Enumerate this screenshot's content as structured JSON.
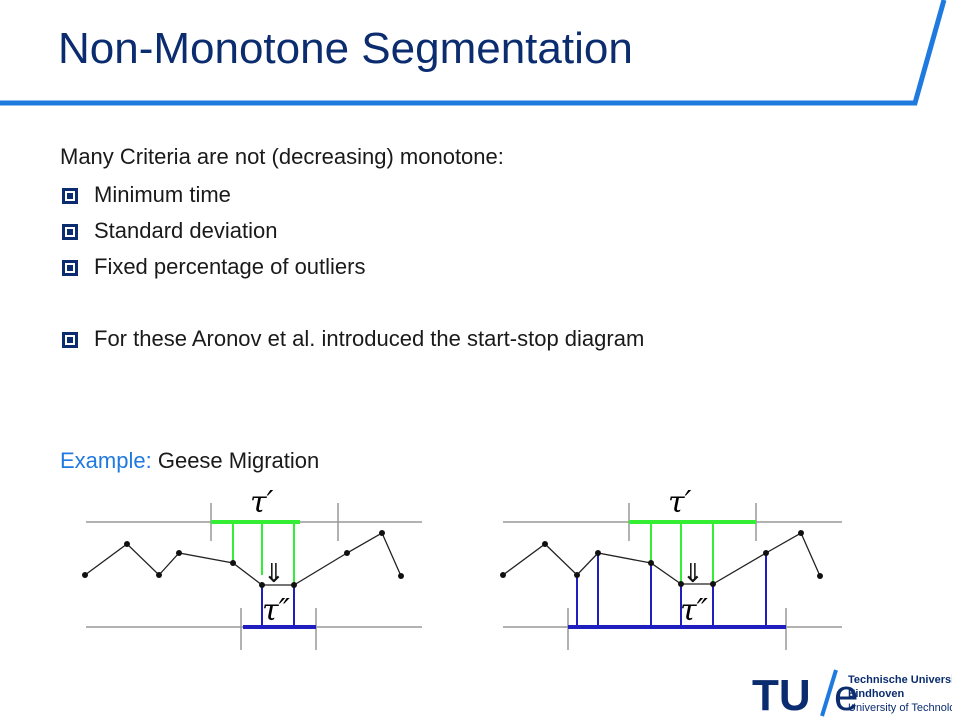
{
  "title": "Non-Monotone Segmentation",
  "intro": "Many Criteria are not (decreasing) monotone:",
  "bullets": [
    "Minimum time",
    "Standard deviation",
    "Fixed percentage of outliers"
  ],
  "extra_bullet": "For these Aronov et al. introduced the start-stop diagram",
  "example": {
    "label": "Example:",
    "text": "Geese Migration"
  },
  "figure": {
    "tau_prime": "τ′",
    "tau_double_prime": "τ″",
    "down_arrow": "⇓"
  },
  "logo": {
    "mark_tu": "TU",
    "mark_e": "e",
    "line1": "Technische Universiteit",
    "line2": "Eindhoven",
    "line3": "University of Technology"
  },
  "colors": {
    "title": "#0b2d6f",
    "accent_blue": "#1f7adf",
    "green": "#33ee33",
    "segment_blue": "#1f1fbf",
    "rail_gray": "#999999"
  }
}
